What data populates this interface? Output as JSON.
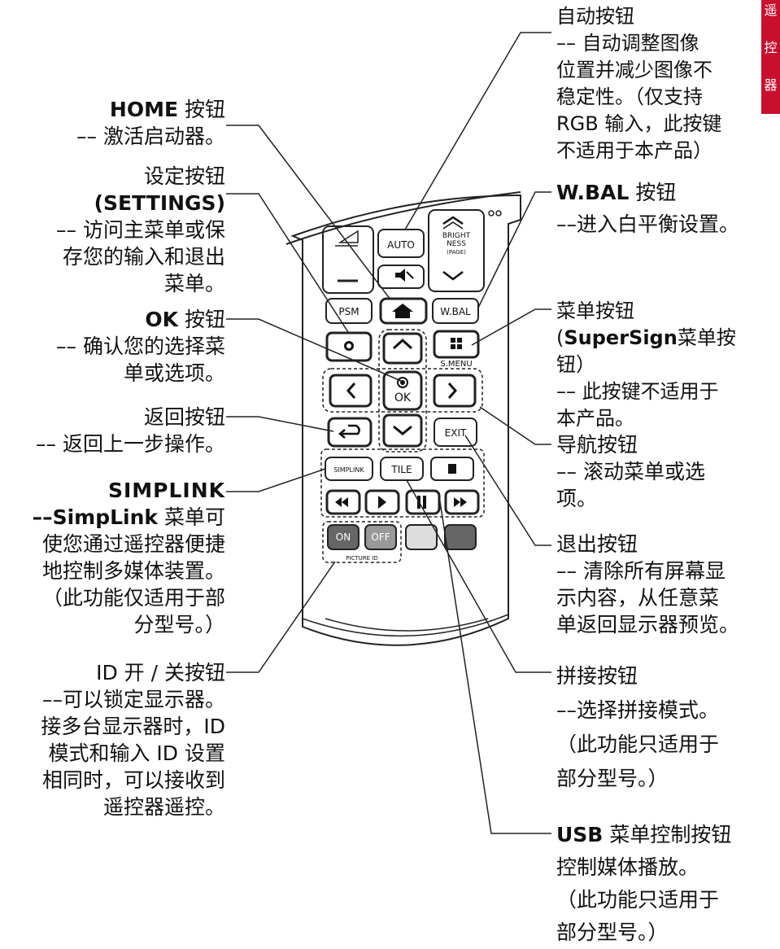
{
  "side_tab": {
    "chars": [
      "遥",
      "控",
      "器"
    ]
  },
  "remote_buttons": {
    "auto": "AUTO",
    "bright1": "BRIGHT",
    "bright2": "NESS",
    "bright3": "(PAGE)",
    "psm": "PSM",
    "wbal": "W.BAL",
    "smenu": "S.MENU",
    "ok": "OK",
    "exit": "EXIT",
    "simplink_btn": "SIMPLINK",
    "tile": "TILE",
    "on": "ON",
    "off": "OFF",
    "picture_id": "PICTURE ID"
  },
  "left_labels": {
    "home_title": "HOME",
    "home_suffix": " 按钮",
    "home_desc": "–– 激活启动器。",
    "settings_title": "设定按钮",
    "settings_bold": "(SETTINGS)",
    "settings_desc": [
      "–– 访问主菜单或保",
      "存您的输入和退出",
      "菜单。"
    ],
    "ok_title": "OK",
    "ok_suffix": " 按钮",
    "ok_desc": [
      "–– 确认您的选择菜",
      "单或选项。"
    ],
    "back_title": "返回按钮",
    "back_desc": "–– 返回上一步操作。",
    "simplink_logo": "SIMPLINK",
    "simplink_bold": "––SimpLink",
    "simplink_desc1": " 菜单可",
    "simplink_desc": [
      "使您通过遥控器便捷",
      "地控制多媒体装置。",
      "（此功能仅适用于部",
      "分型号。）"
    ],
    "id_title": "ID 开 / 关按钮",
    "id_desc": [
      "––可以锁定显示器。",
      "接多台显示器时，ID",
      "模式和输入 ID 设置",
      "相同时，可以接收到",
      "遥控器遥控。"
    ]
  },
  "right_labels": {
    "auto_title": "自动按钮",
    "auto_desc": [
      "–– 自动调整图像",
      "位置并减少图像不",
      "稳定性。（仅支持",
      "RGB 输入，此按键",
      "不适用于本产品）"
    ],
    "wbal_title": "W.BAL",
    "wbal_suffix": " 按钮",
    "wbal_desc": "––进入白平衡设置。",
    "menu_title": "菜单按钮",
    "menu_bold": "SuperSign",
    "menu_line1_pre": "(",
    "menu_line1_post": "菜单按",
    "menu_line2": "钮）",
    "menu_desc": [
      "–– 此按键不适用于",
      "本产品。"
    ],
    "nav_title": "导航按钮",
    "nav_desc": [
      "–– 滚动菜单或选",
      "项。"
    ],
    "exit_title": "退出按钮",
    "exit_desc": [
      "–– 清除所有屏幕显",
      "示内容，从任意菜",
      "单返回显示器预览。"
    ],
    "tile_title": "拼接按钮",
    "tile_desc": [
      "––选择拼接模式。",
      "（此功能只适用于",
      "部分型号。）"
    ],
    "usb_title": "USB",
    "usb_suffix": " 菜单控制按钮",
    "usb_desc": [
      "控制媒体播放。",
      "（此功能只适用于",
      "部分型号。）"
    ]
  }
}
